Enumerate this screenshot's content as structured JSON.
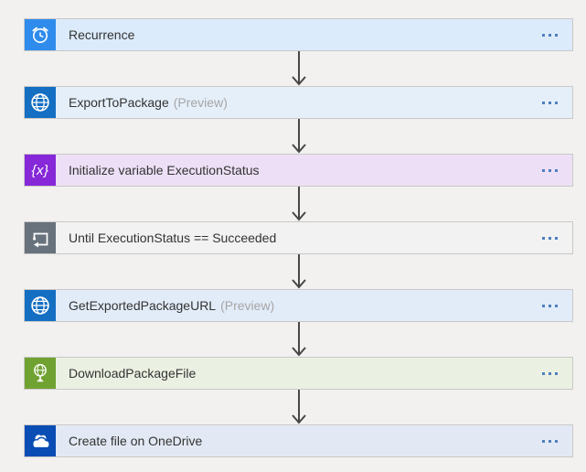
{
  "canvas": {
    "background": "#f2f1f0",
    "border_color": "#c9c8c7",
    "arrow_color": "#474747",
    "ellipsis_color": "#4e7fbf",
    "title_text_color": "#333333",
    "preview_text_color": "#a6a6a6"
  },
  "workflow": {
    "steps": [
      {
        "title": "Recurrence",
        "icon": "alarm-clock-icon",
        "icon_bg": "#2f8cec",
        "body_bg": "#dcebfb"
      },
      {
        "title": "ExportToPackage",
        "preview": "(Preview)",
        "icon": "globe-icon",
        "icon_bg": "#146fc2",
        "body_bg": "#e5effa"
      },
      {
        "title": "Initialize variable ExecutionStatus",
        "icon_glyph": "{x}",
        "icon": "variable-x-icon",
        "icon_bg": "#8628d8",
        "body_bg": "#ede0f6"
      },
      {
        "title": "Until ExecutionStatus == Succeeded",
        "icon": "until-loop-icon",
        "icon_bg": "#68727d",
        "body_bg": "#f2f2f2"
      },
      {
        "title": "GetExportedPackageURL",
        "preview": "(Preview)",
        "icon": "globe-icon",
        "icon_bg": "#146fc2",
        "body_bg": "#e2ecf8"
      },
      {
        "title": "DownloadPackageFile",
        "icon": "webhook-globe-icon",
        "icon_bg": "#70a231",
        "body_bg": "#ebf1e2"
      },
      {
        "title": "Create file on OneDrive",
        "icon": "onedrive-cloud-icon",
        "icon_bg": "#0a4db4",
        "body_bg": "#e3e9f4"
      }
    ],
    "menu_icon": "ellipsis-icon",
    "connector_icon": "down-arrow-icon"
  }
}
